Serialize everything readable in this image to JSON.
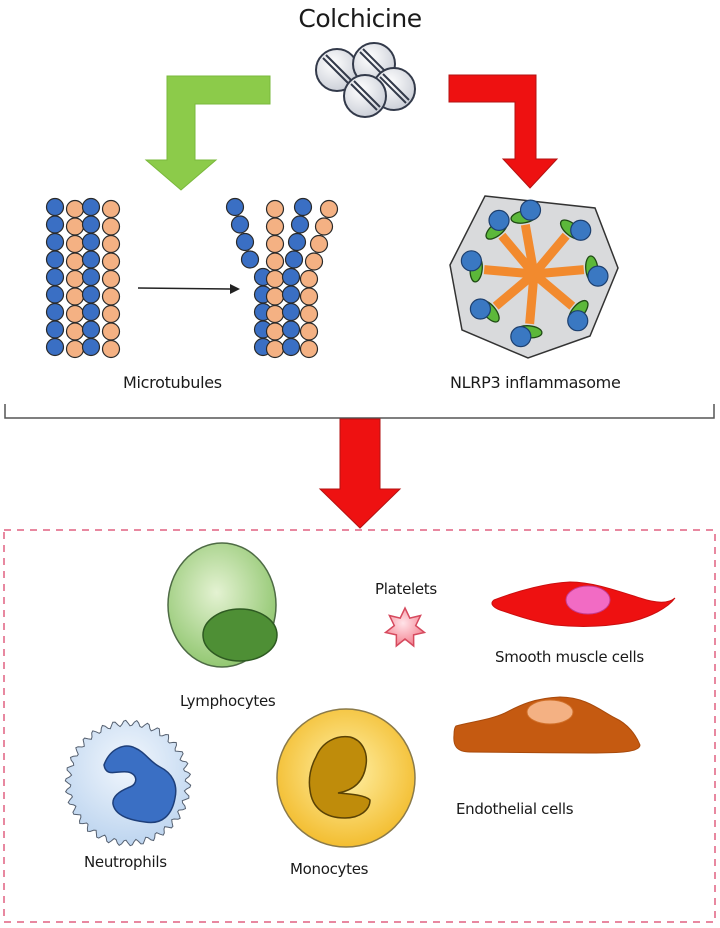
{
  "title": "Colchicine",
  "drug_icon": "pills-icon",
  "mechanisms": [
    {
      "label": "Microtubules",
      "icon": "microtubule-depolymerization-icon",
      "arrow_color": "#8CCB4A"
    },
    {
      "label": "NLRP3 inflammasome",
      "icon": "inflammasome-icon",
      "arrow_color": "#EE1111"
    }
  ],
  "target_cells": [
    {
      "label": "Lymphocytes",
      "icon": "lymphocyte-icon"
    },
    {
      "label": "Platelets",
      "icon": "platelet-icon"
    },
    {
      "label": "Smooth muscle cells",
      "icon": "smooth-muscle-cell-icon"
    },
    {
      "label": "Endothelial cells",
      "icon": "endothelial-cell-icon"
    },
    {
      "label": "Neutrophils",
      "icon": "neutrophil-icon"
    },
    {
      "label": "Monocytes",
      "icon": "monocyte-icon"
    }
  ],
  "colors": {
    "tubulin_alpha": "#3A6FC4",
    "tubulin_beta": "#F4B183",
    "effect_arrow": "#EE1111",
    "cell_box_border": "#E06080"
  }
}
